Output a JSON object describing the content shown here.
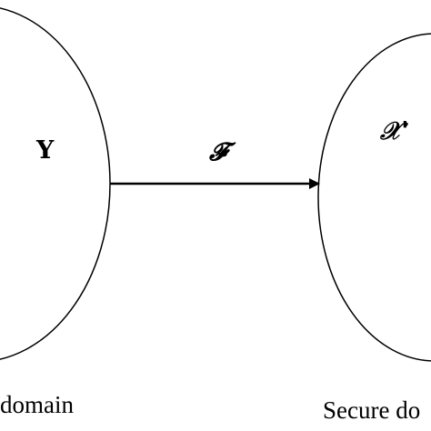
{
  "left_set": {
    "label": "Y",
    "caption": "domain"
  },
  "right_set": {
    "label": "𝒳'",
    "caption": "Secure do"
  },
  "mapping": {
    "label": "𝓕"
  },
  "colors": {
    "stroke": "#000000",
    "text": "#000000",
    "background": "#ffffff"
  }
}
